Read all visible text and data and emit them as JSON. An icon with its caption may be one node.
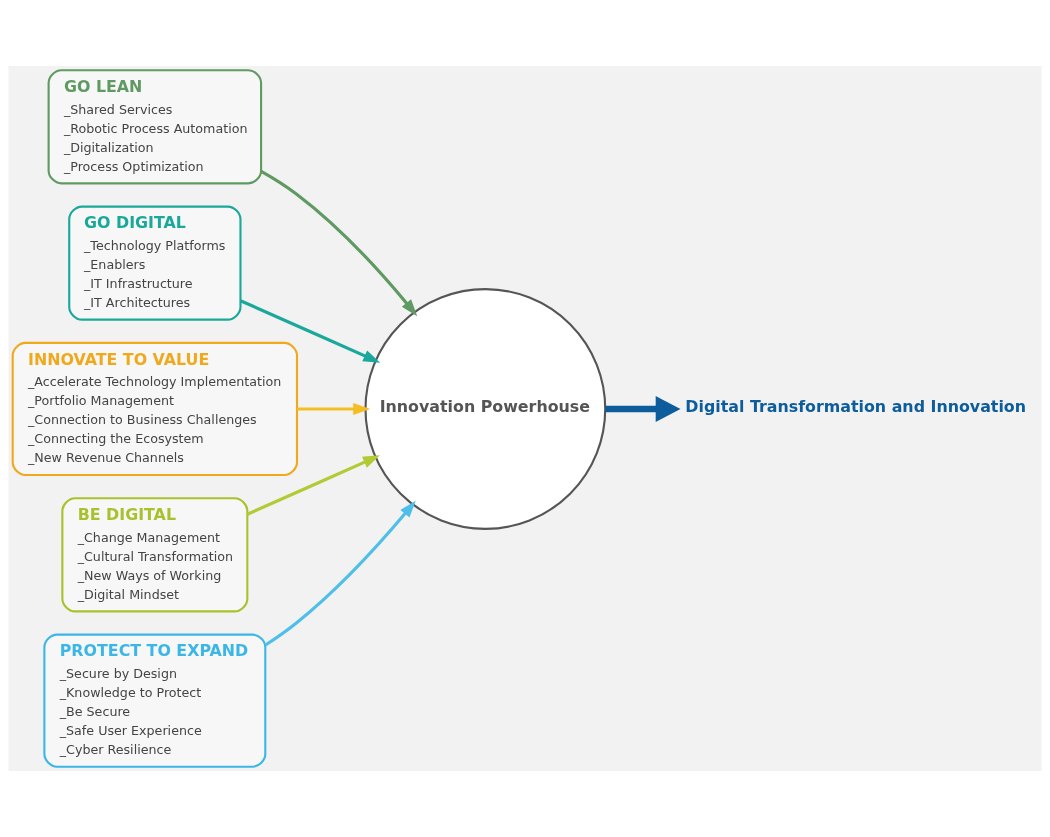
{
  "diagram": {
    "nodes": [
      {
        "text": [
          "GO LEAN",
          "_Shared Services",
          "_Robotic Process Automation",
          "_Digitalization",
          "_Process Optimization"
        ]
      },
      {
        "text": [
          "GO DIGITAL",
          "_Technology Platforms",
          "_Enablers",
          "_IT Infrastructure",
          "_IT Architectures"
        ]
      },
      {
        "text": [
          "Innovation Powerhouse"
        ]
      },
      {
        "text": [
          "Digital Transformation and Innovation"
        ]
      },
      {
        "text": [
          "INNOVATE TO VALUE",
          "_Accelerate Technology Implementation",
          "_Portfolio Management",
          "_Connection to Business Challenges",
          "_Connecting the Ecosystem",
          "_New Revenue Channels"
        ]
      },
      {
        "text": [
          "BE DIGITAL",
          "_Change Management",
          "_Cultural Transformation",
          "_New Ways of Working",
          "_Digital Mindset"
        ]
      },
      {
        "text": [
          "PROTECT TO EXPAND",
          "_Secure by Design",
          "_Knowledge to Protect",
          "_Be Secure",
          "_Safe User Experience",
          "_Cyber Resilience"
        ]
      }
    ],
    "edges": [
      {
        "from": 1,
        "to": 2,
        "arrow": "to",
        "color": "#1aa89a"
      },
      {
        "from": 0,
        "to": 2,
        "arrow": "to",
        "color": "#5f9a62"
      },
      {
        "from": 4,
        "to": 2,
        "arrow": "to",
        "color": "#f5bd24"
      },
      {
        "from": 6,
        "to": 2,
        "arrow": "to",
        "color": "#4fbfe9"
      },
      {
        "from": 5,
        "to": 2,
        "arrow": "to",
        "color": "#b3ca34"
      },
      {
        "from": 2,
        "to": 3,
        "arrow": "to",
        "color": "#0d5c9c",
        "style": "thick"
      }
    ]
  }
}
